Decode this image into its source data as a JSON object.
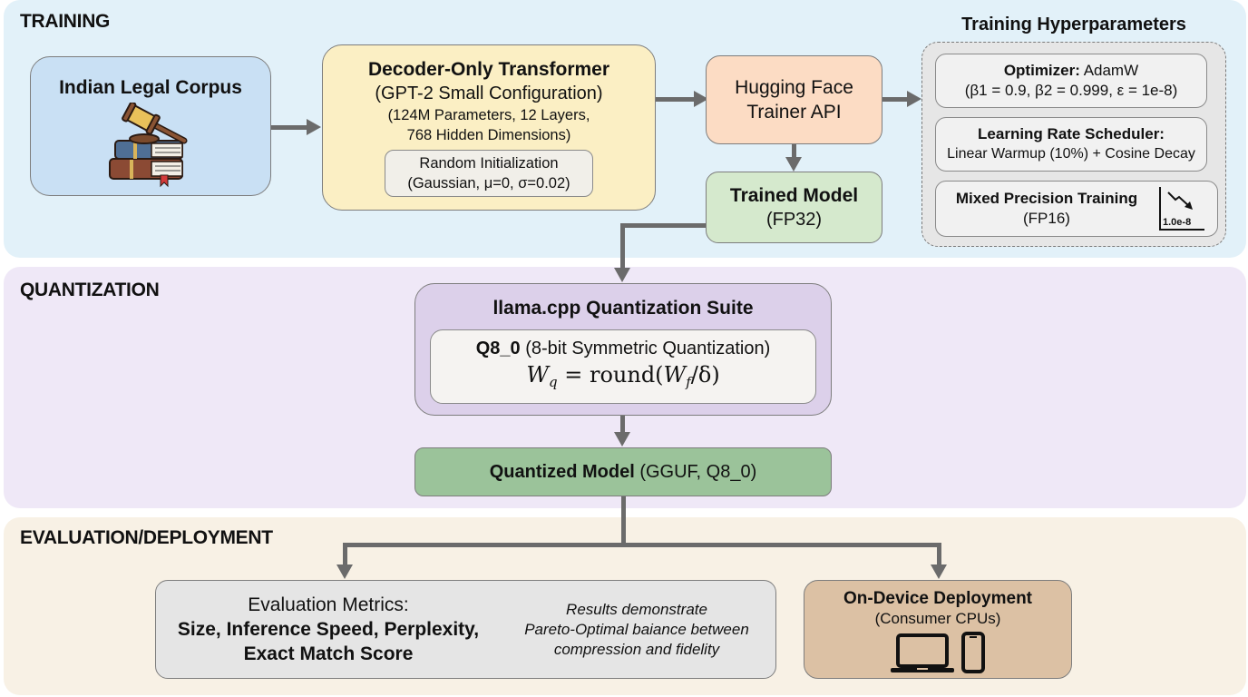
{
  "sections": {
    "training": "TRAINING",
    "quantization": "QUANTIZATION",
    "evaluation": "EVALUATION/DEPLOYMENT"
  },
  "corpus": {
    "title": "Indian Legal Corpus",
    "icon": "gavel-books-icon"
  },
  "transformer": {
    "title": "Decoder-Only Transformer",
    "subtitle": "(GPT-2 Small Configuration)",
    "details_line1": "(124M Parameters, 12 Layers,",
    "details_line2": "768 Hidden Dimensions)",
    "init_line1": "Random Initialization",
    "init_line2": "(Gaussian, μ=0, σ=0.02)"
  },
  "trainer": {
    "line1": "Hugging Face",
    "line2": "Trainer API"
  },
  "trained_model": {
    "title": "Trained Model",
    "precision": "(FP32)"
  },
  "hyperparameters": {
    "title": "Training Hyperparameters",
    "optimizer_label": "Optimizer:",
    "optimizer_value": "AdamW",
    "optimizer_params": "(β1 = 0.9, β2 = 0.999, ε = 1e-8)",
    "scheduler_label": "Learning Rate Scheduler:",
    "scheduler_value": "Linear Warmup (10%) + Cosine Decay",
    "precision_label": "Mixed Precision Training",
    "precision_value": "(FP16)",
    "decay_icon_label": "1.0e-8"
  },
  "quant_suite": {
    "title": "llama.cpp Quantization Suite",
    "method_bold": "Q8_0",
    "method_desc": "(8-bit Symmetric Quantization)",
    "formula": {
      "lhs": "W",
      "lhs_sub": "q",
      "eq": "=",
      "fn": "round(",
      "arg": "W",
      "arg_sub": "f",
      "div": "/δ)"
    }
  },
  "quantized_model": {
    "title": "Quantized Model",
    "detail": "(GGUF, Q8_0)"
  },
  "evaluation": {
    "heading": "Evaluation Metrics:",
    "metrics_line1": "Size, Inference Speed, Perplexity,",
    "metrics_line2": "Exact Match Score",
    "result_line1": "Results demonstrate",
    "result_line2": "Pareto-Optimal baiance between",
    "result_line3": "compression and fidelity"
  },
  "deployment": {
    "title": "On-Device Deployment",
    "subtitle": "(Consumer CPUs)",
    "icons": [
      "laptop-icon",
      "smartphone-icon"
    ]
  },
  "colors": {
    "training_band": "#e2f1f9",
    "quant_band": "#efe8f7",
    "eval_band": "#f8f1e5",
    "corpus_box": "#c9e0f4",
    "transformer_box": "#fbefc4",
    "trainer_box": "#fcdcc4",
    "trained_box": "#d5e9cd",
    "quant_suite_box": "#dcd0ea",
    "quantized_box": "#9bc39a",
    "eval_box": "#e5e5e5",
    "deploy_box": "#dcc1a4",
    "connector": "#6b6b6b"
  }
}
